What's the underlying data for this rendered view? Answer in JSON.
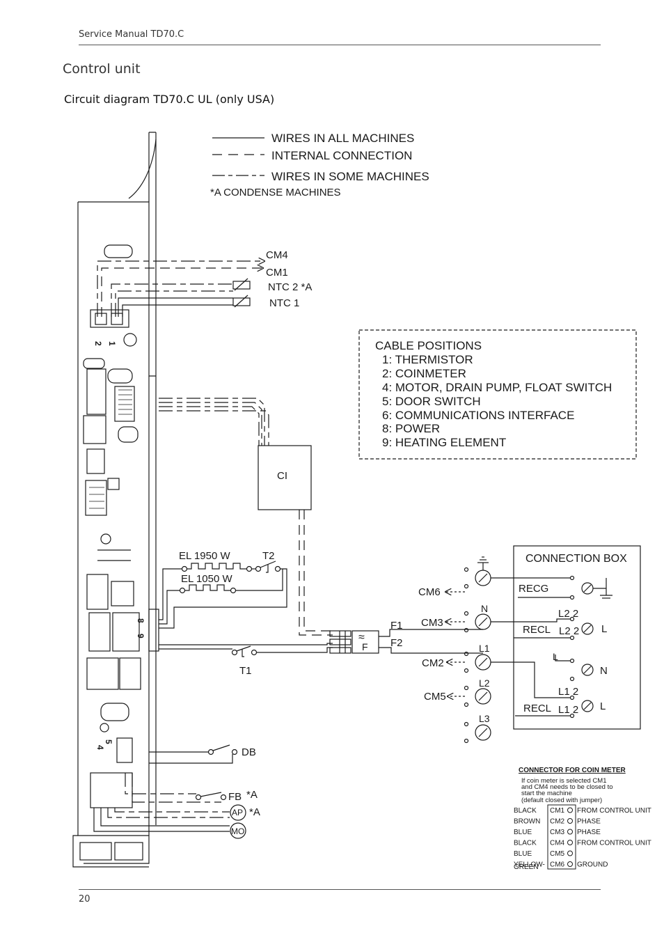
{
  "header": {
    "manual_title": "Service Manual TD70.C"
  },
  "section": {
    "title": "Control unit"
  },
  "diagram": {
    "title": "Circuit diagram TD70.C UL (only USA)",
    "legend": {
      "solid": "WIRES IN ALL MACHINES",
      "dashed": "INTERNAL CONNECTION",
      "dashdot": "WIRES IN SOME MACHINES",
      "note": "*A CONDENSE MACHINES"
    },
    "sensors": {
      "cm4": "CM4",
      "cm1": "CM1",
      "ntc2": "NTC 2 *A",
      "ntc1": "NTC 1"
    },
    "cable_positions": {
      "title": "CABLE POSITIONS",
      "items": [
        "1: THERMISTOR",
        "2: COINMETER",
        "4: MOTOR, DRAIN PUMP, FLOAT SWITCH",
        "5: DOOR SWITCH",
        "6: COMMUNICATIONS INTERFACE",
        "8: POWER",
        "9: HEATING ELEMENT"
      ]
    },
    "ci_label": "CI",
    "heating": {
      "el1": "EL 1950 W",
      "el2": "EL 1050 W",
      "t2": "T2",
      "t1": "T1"
    },
    "filter": {
      "f1": "F1",
      "f2": "F2",
      "f": "F",
      "symbol": "≈"
    },
    "coin_arrows": {
      "cm6": "CM6",
      "cm3": "CM3",
      "cm2": "CM2",
      "cm5": "CM5"
    },
    "terminals": {
      "n": "N",
      "l1": "L1",
      "l2": "L2",
      "l3": "L3"
    },
    "connection_box": {
      "title": "CONNECTION BOX",
      "recg": "RECG",
      "recl_top": "RECL",
      "recl_bottom": "RECL",
      "l22_a": "L2 2",
      "l22_b": "L2 2",
      "l_mid": "L",
      "l12_a": "L1 2",
      "l12_b": "L1 2",
      "out_l1": "L",
      "out_n": "N",
      "out_l2": "L"
    },
    "loads": {
      "db": "DB",
      "fb": "FB",
      "fb_note": "*A",
      "ap": "AP",
      "ap_note": "*A",
      "mo": "MO"
    },
    "pcb_labels": [
      "2",
      "1",
      "8",
      "9",
      "4",
      "5"
    ],
    "coin_meter": {
      "title": "CONNECTOR FOR COIN METER",
      "note_lines": [
        "If coin meter is selected CM1",
        "and CM4 needs to be closed to",
        "start the machine",
        "(default closed with jumper)"
      ],
      "rows": [
        {
          "color": "BLACK",
          "pin": "CM1",
          "desc": "FROM CONTROL UNIT"
        },
        {
          "color": "BROWN",
          "pin": "CM2",
          "desc": "PHASE"
        },
        {
          "color": "BLUE",
          "pin": "CM3",
          "desc": "PHASE"
        },
        {
          "color": "BLACK",
          "pin": "CM4",
          "desc": "FROM CONTROL UNIT"
        },
        {
          "color": "BLUE",
          "pin": "CM5",
          "desc": ""
        },
        {
          "color": "YELLOW-",
          "pin": "CM6",
          "desc": "GROUND"
        }
      ],
      "color_extra": "GREEN"
    }
  },
  "footer": {
    "page_number": "20"
  }
}
